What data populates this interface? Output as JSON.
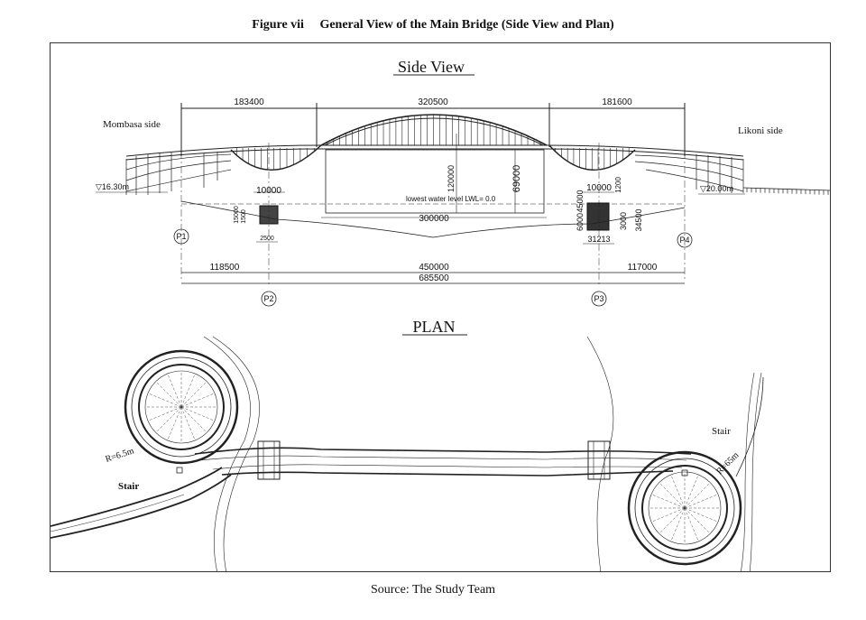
{
  "figure": {
    "number": "Figure vii",
    "title": "General View of the Main Bridge (Side View and Plan)"
  },
  "source": "Source: The Study Team",
  "side_view": {
    "heading": "Side View",
    "left_side_label": "Mombasa side",
    "right_side_label": "Likoni side",
    "left_level": "▽16.30m",
    "right_level": "▽20.00m",
    "water_level": "lowest water level   LWL= 0.0",
    "top_dimensions": [
      "183400",
      "320500",
      "181600"
    ],
    "bottom_dimensions": [
      "118500",
      "450000",
      "117000"
    ],
    "total_length": "685500",
    "navigation_width": "300000",
    "clearance": "69000",
    "arch_rise": "120000",
    "left_pier_width": "10000",
    "right_pier_width": "10000",
    "left_pier_vertical_a": "15000",
    "left_pier_vertical_b": "1500",
    "left_footing": "2500",
    "right_pier_vertical_a": "6000",
    "right_pier_vertical_b": "45000",
    "right_pier_depth_a": "3000",
    "right_pier_depth_b": "34500",
    "right_footing": "31213",
    "right_pier_small": "1200",
    "piers": [
      "P1",
      "P2",
      "P3",
      "P4"
    ]
  },
  "plan": {
    "heading": "PLAN",
    "left_radius": "R=6.5m",
    "right_radius": "R=65m",
    "left_stair": "Stair",
    "right_stair": "Stair"
  }
}
